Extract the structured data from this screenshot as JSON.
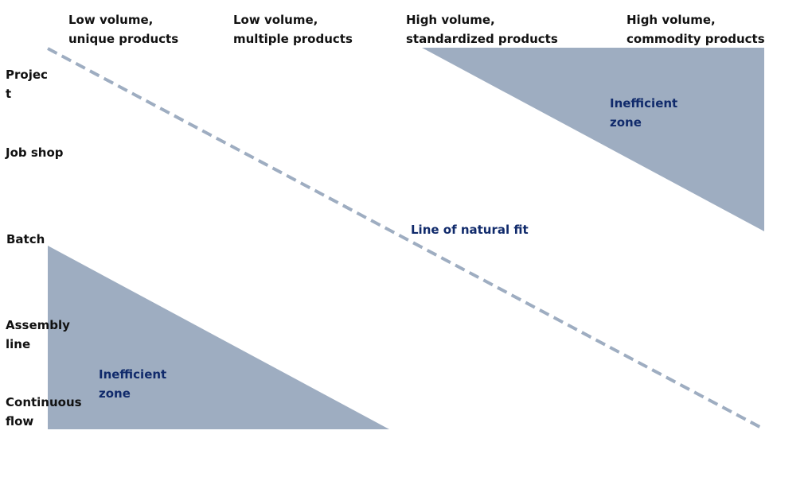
{
  "columns": [
    {
      "line1": "Low volume,",
      "line2": "unique products"
    },
    {
      "line1": "Low volume,",
      "line2": "multiple products"
    },
    {
      "line1": "High volume,",
      "line2": "standardized products"
    },
    {
      "line1": "High volume,",
      "line2": "commodity products"
    }
  ],
  "rows": [
    {
      "line1": "Projec",
      "line2": "t"
    },
    {
      "line1": "Job shop",
      "line2": ""
    },
    {
      "line1": "Batch",
      "line2": ""
    },
    {
      "line1": "Assembly",
      "line2": "line"
    },
    {
      "line1": "Continuous",
      "line2": "flow"
    }
  ],
  "zones": {
    "upper": {
      "line1": "Inefficient",
      "line2": "zone"
    },
    "lower": {
      "line1": "Inefficient",
      "line2": "zone"
    }
  },
  "fit_line_label": "Line of natural fit",
  "colors": {
    "zone_fill": "#9eadc1",
    "fit_line": "#9eadc1",
    "zone_text": "#102a6b",
    "heading_text": "#111111"
  }
}
